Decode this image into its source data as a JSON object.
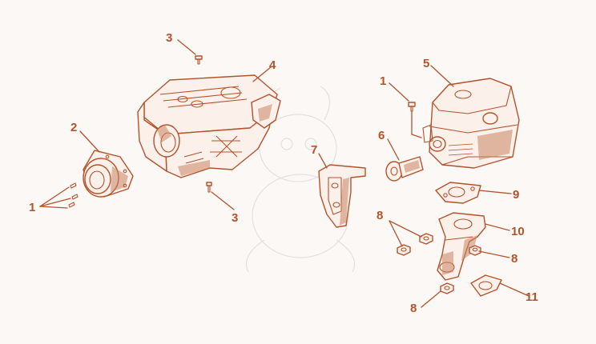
{
  "diagram": {
    "colors": {
      "line": "#b4522c",
      "background": "#fcf8f5",
      "fill": "#fbf1ea"
    },
    "callouts": [
      {
        "id": "c1a",
        "label": "1"
      },
      {
        "id": "c2",
        "label": "2"
      },
      {
        "id": "c3a",
        "label": "3"
      },
      {
        "id": "c4",
        "label": "4"
      },
      {
        "id": "c3b",
        "label": "3"
      },
      {
        "id": "c1b",
        "label": "1"
      },
      {
        "id": "c5",
        "label": "5"
      },
      {
        "id": "c6",
        "label": "6"
      },
      {
        "id": "c7",
        "label": "7"
      },
      {
        "id": "c9",
        "label": "9"
      },
      {
        "id": "c8a",
        "label": "8"
      },
      {
        "id": "c10",
        "label": "10"
      },
      {
        "id": "c8b",
        "label": "8"
      },
      {
        "id": "c8c",
        "label": "8"
      },
      {
        "id": "c11",
        "label": "11"
      }
    ]
  }
}
